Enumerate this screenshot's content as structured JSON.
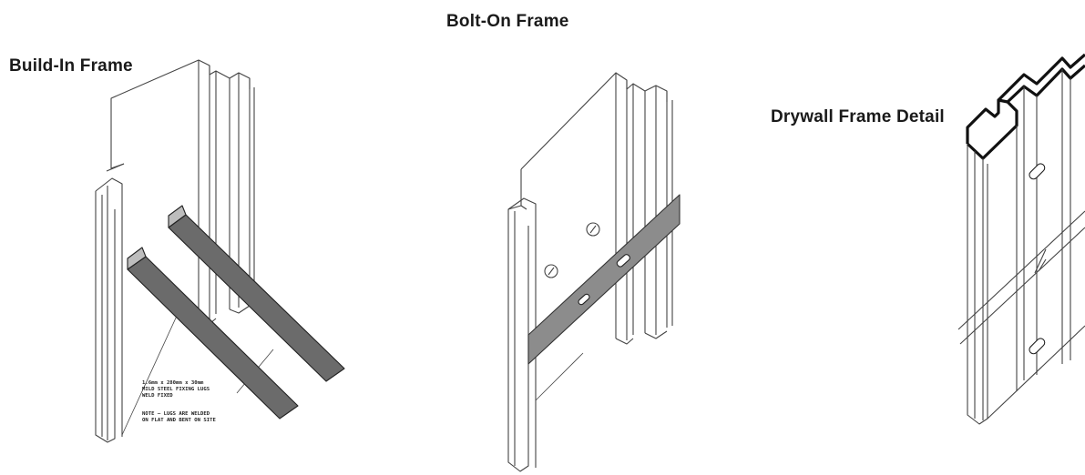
{
  "figures": [
    {
      "title": "Build-In Frame",
      "notes": [
        "1.6mm x 280mm x 30mm",
        "MILD STEEL FIXING LUGS",
        "WELD FIXED",
        "NOTE – LUGS ARE WELDED",
        "ON FLAT AND BENT ON SITE"
      ]
    },
    {
      "title": "Bolt-On Frame"
    },
    {
      "title": "Drywall Frame Detail"
    }
  ]
}
